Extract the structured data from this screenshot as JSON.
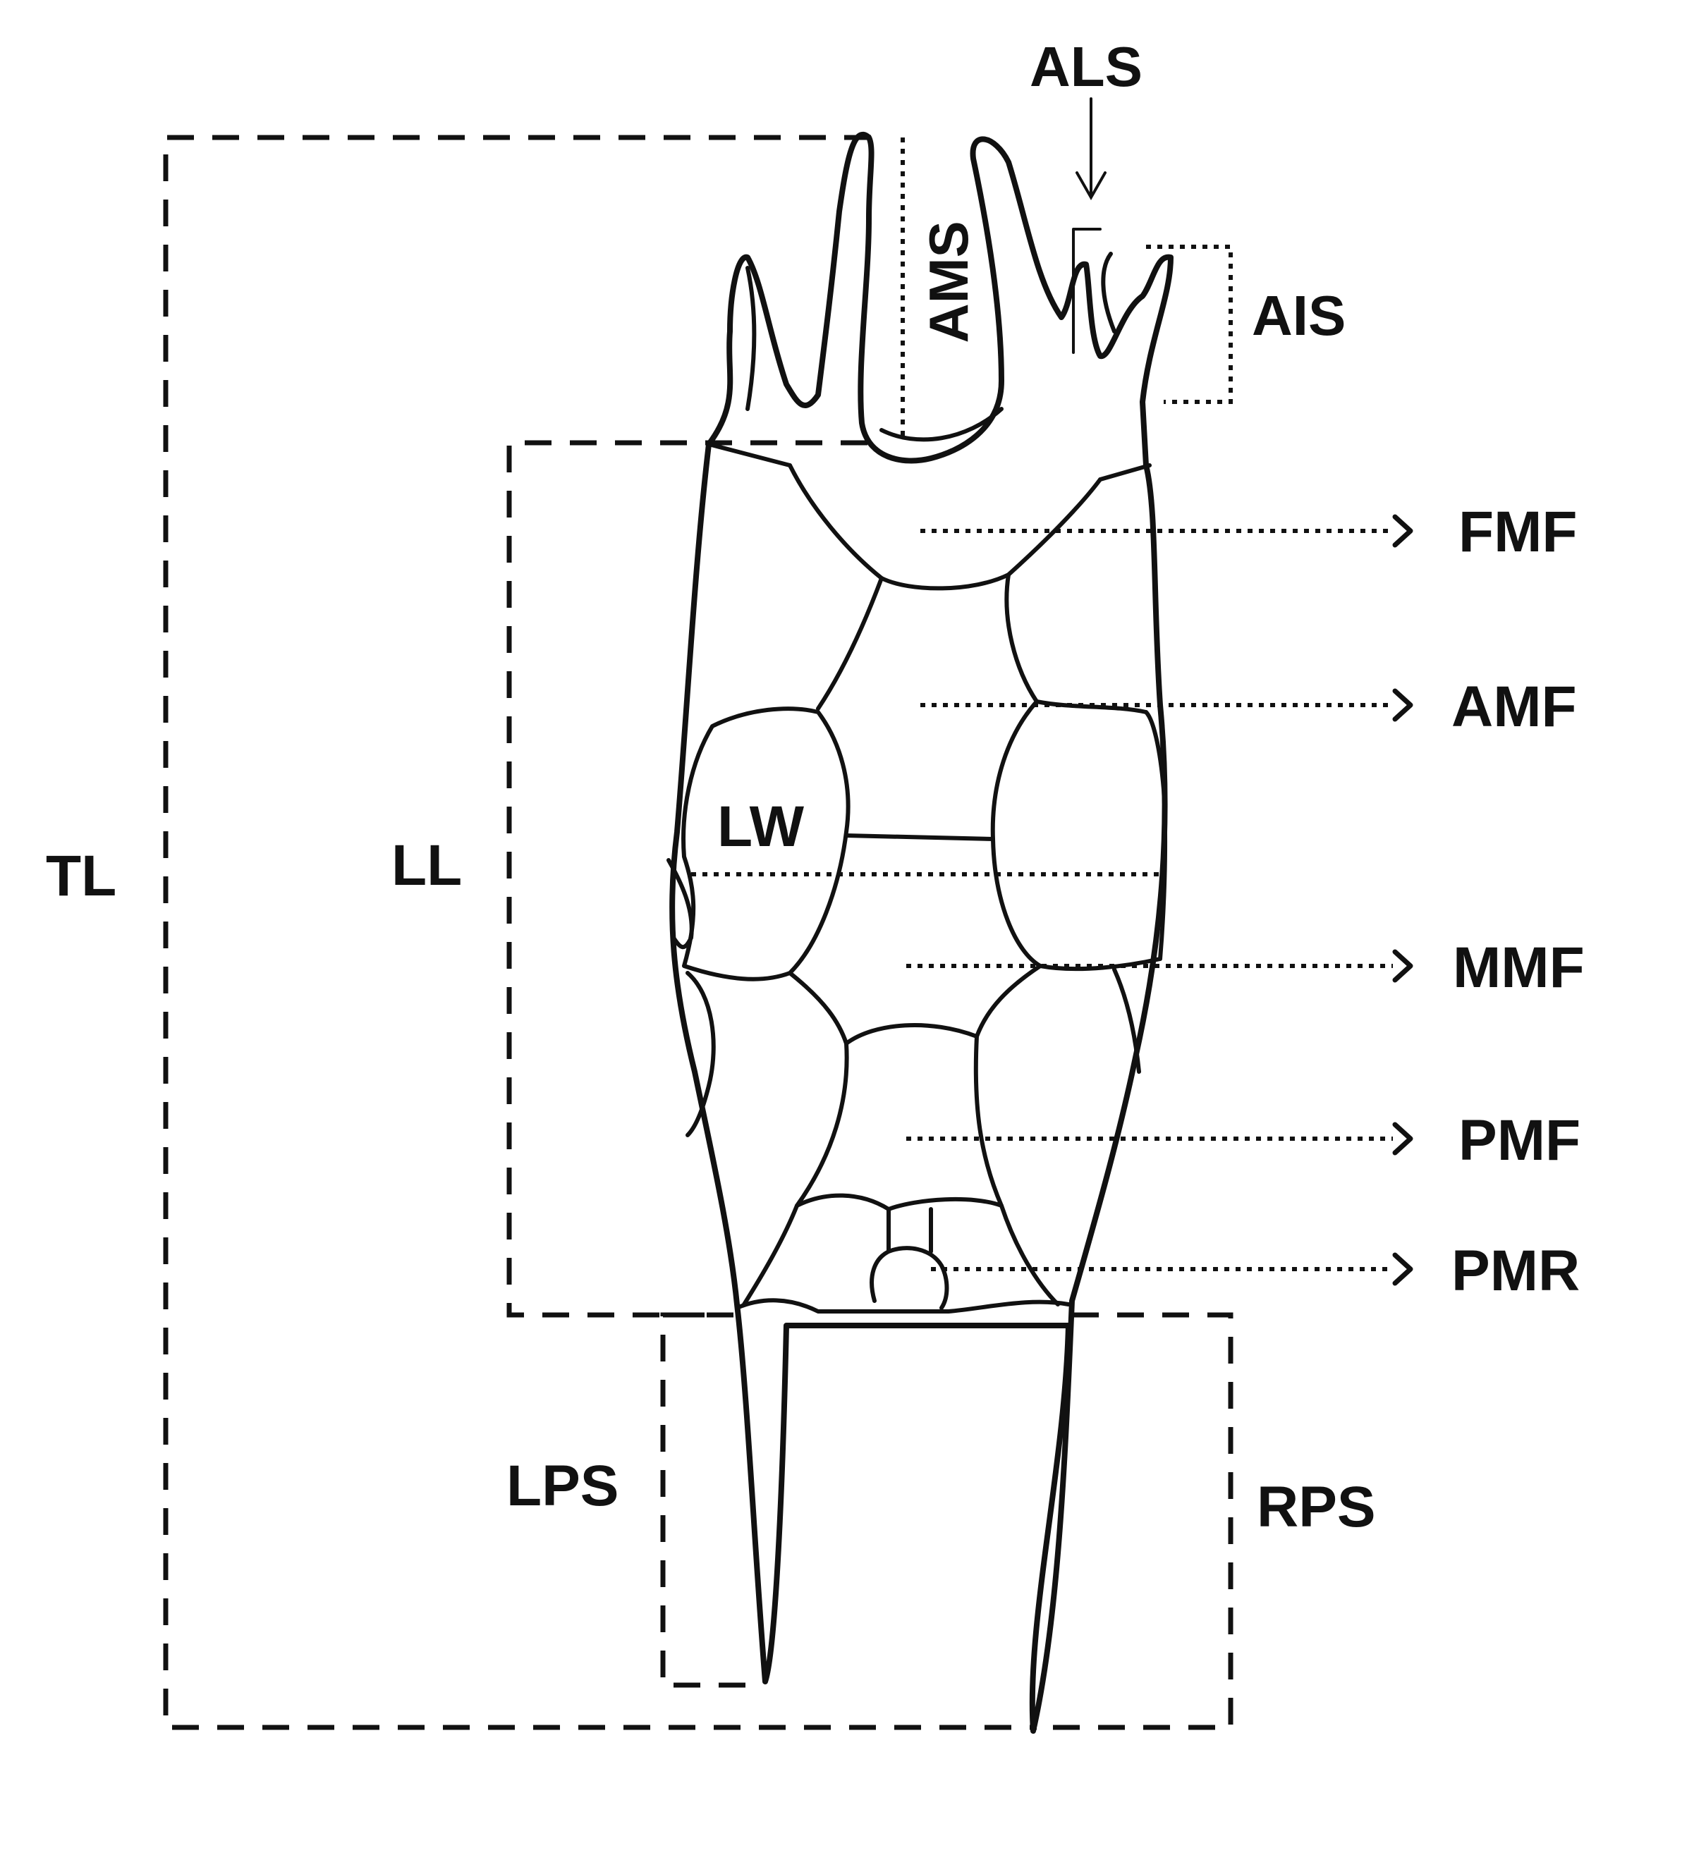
{
  "diagram": {
    "labels": {
      "als": "ALS",
      "ams": "AMS",
      "ais": "AIS",
      "fmf": "FMF",
      "amf": "AMF",
      "lw": "LW",
      "ll": "LL",
      "tl": "TL",
      "mmf": "MMF",
      "pmf": "PMF",
      "pmr": "PMR",
      "lps": "LPS",
      "rps": "RPS"
    },
    "colors": {
      "ink": "#111111",
      "background": "#ffffff"
    }
  }
}
